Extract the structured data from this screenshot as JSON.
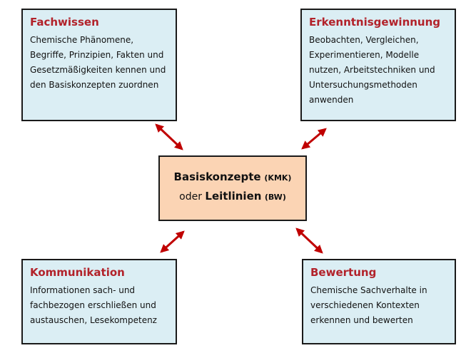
{
  "colors": {
    "box_fill": "#dbeef4",
    "center_fill": "#fbd4b4",
    "title_red": "#b2222a",
    "arrow_red": "#c00000"
  },
  "boxes": {
    "fachwissen": {
      "title": "Fachwissen",
      "lines": [
        "Chemische Phänomene,",
        "Begriffe, Prinzipien, Fakten und",
        "Gesetzmäßigkeiten kennen und",
        "den Basiskonzepten zuordnen"
      ]
    },
    "erkenntnis": {
      "title": "Erkenntnisgewinnung",
      "lines": [
        "Beobachten, Vergleichen,",
        "Experimentieren, Modelle",
        "nutzen, Arbeitstechniken und",
        "Untersuchungsmethoden",
        "anwenden"
      ]
    },
    "kommunikation": {
      "title": "Kommunikation",
      "lines": [
        "Informationen sach- und",
        "fachbezogen erschließen und",
        "austauschen, Lesekompetenz"
      ]
    },
    "bewertung": {
      "title": "Bewertung",
      "lines": [
        "Chemische Sachverhalte in",
        "verschiedenen Kontexten",
        "erkennen und bewerten"
      ]
    }
  },
  "center": {
    "basiskonzepte": "Basiskonzepte",
    "kmk": "(KMK)",
    "oder": "oder",
    "leitlinien": "Leitlinien",
    "bw": "(BW)"
  },
  "icons": [
    "double-arrow-icon"
  ]
}
